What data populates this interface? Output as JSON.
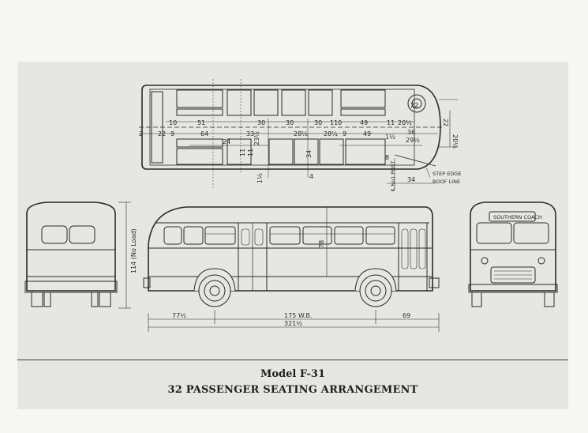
{
  "caption": {
    "model": "Model F-31",
    "subtitle": "32 PASSENGER SEATING ARRANGEMENT"
  },
  "plan_dimensions": {
    "row1": [
      "10",
      "51",
      "30",
      "30",
      "30",
      "110",
      "49",
      "11",
      "20½",
      "22"
    ],
    "row2": [
      "2",
      "22",
      "9",
      "64",
      "33",
      "28½",
      "28¼",
      "9",
      "49",
      "1½",
      "29½",
      "20½"
    ],
    "row3": [
      "24",
      "23½",
      "36"
    ],
    "row4": [
      "11",
      "11",
      "34",
      "8"
    ],
    "corner": [
      "1½",
      "4",
      "34"
    ],
    "small_left": "22"
  },
  "plan_labels": {
    "step_edge": "STEP EDGE",
    "roof_line": "ROOF LINE",
    "no_post": "℄ No1 POST"
  },
  "side_dimensions": {
    "height": "114 (No Load)",
    "window_height": "78",
    "front_overhang": "77½",
    "wheelbase": "175 W.B.",
    "rear_overhang": "69",
    "overall_length": "321½"
  },
  "front_view": {
    "destination_sign": "SOUTHERN COACH"
  }
}
